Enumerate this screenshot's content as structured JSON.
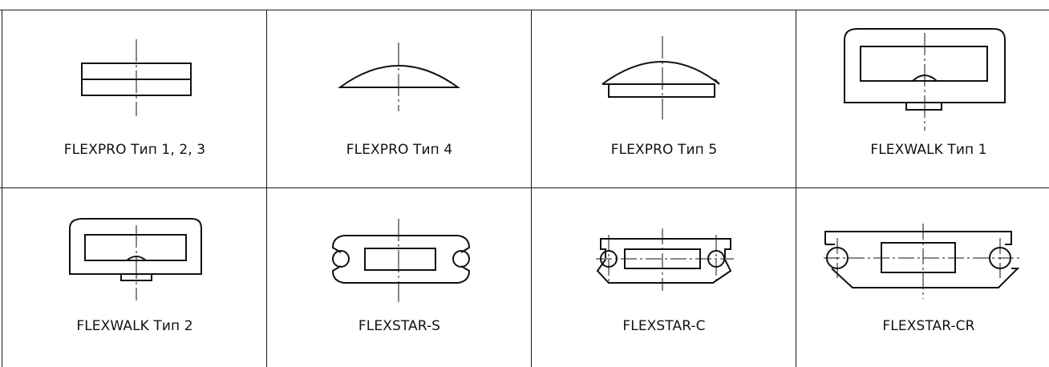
{
  "table": {
    "cells": [
      {
        "label": "FLEXPRO Тип 1, 2, 3",
        "icon": "flat-rectangle-profile"
      },
      {
        "label": "FLEXPRO Тип 4",
        "icon": "dome-profile"
      },
      {
        "label": "FLEXPRO Тип 5",
        "icon": "dome-on-base-profile"
      },
      {
        "label": "FLEXWALK Тип 1",
        "icon": "walk-frame-profile"
      },
      {
        "label": "FLEXWALK Тип 2",
        "icon": "walk-frame-small-profile"
      },
      {
        "label": "FLEXSTAR-S",
        "icon": "star-s-profile"
      },
      {
        "label": "FLEXSTAR-C",
        "icon": "star-c-profile"
      },
      {
        "label": "FLEXSTAR-CR",
        "icon": "star-cr-profile"
      }
    ]
  }
}
